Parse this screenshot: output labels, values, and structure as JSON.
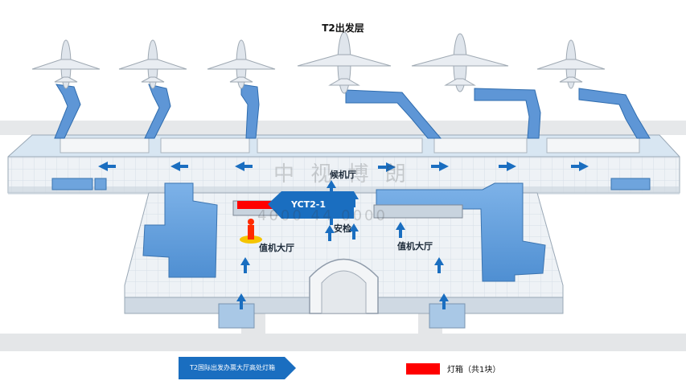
{
  "map": {
    "title": "T2出发层",
    "areas": {
      "waiting_hall": "候机厅",
      "security": "安检",
      "checkin_left": "值机大厅",
      "checkin_right": "值机大厅"
    },
    "callout": {
      "code": "YCT2-1"
    },
    "badge_text": "T2国际出发办票大厅高处灯箱",
    "legend": {
      "label": "灯箱（共1块）",
      "color": "#ff0000"
    },
    "watermark": {
      "line1": "中 视 博 朗",
      "line2": "4000 44 0000"
    },
    "colors": {
      "accent": "#1a6ec0",
      "bridge": "#5e96d6",
      "floor": "#e9eff5"
    }
  }
}
